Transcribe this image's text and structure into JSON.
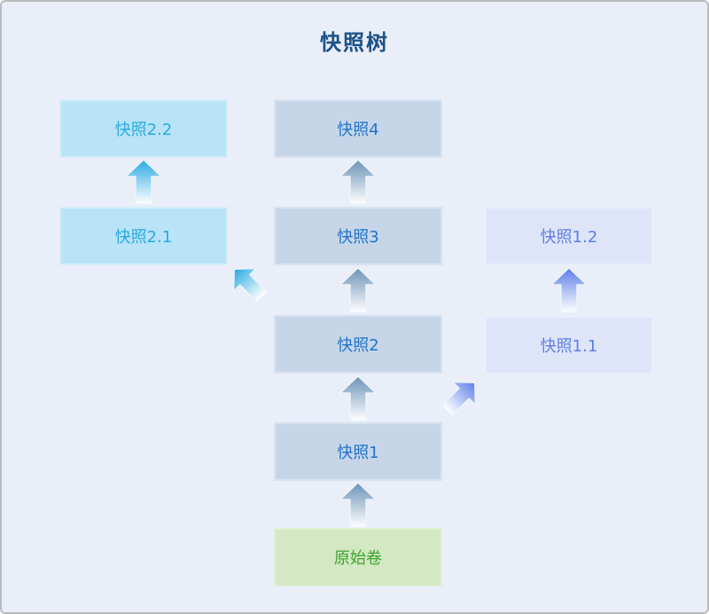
{
  "title": "快照树",
  "nodes": [
    {
      "id": "snapshot-2-2",
      "label": "快照2.2",
      "style": "cyan"
    },
    {
      "id": "snapshot-4",
      "label": "快照4",
      "style": "steel"
    },
    {
      "id": "snapshot-2-1",
      "label": "快照2.1",
      "style": "cyan"
    },
    {
      "id": "snapshot-3",
      "label": "快照3",
      "style": "steel"
    },
    {
      "id": "snapshot-1-2",
      "label": "快照1.2",
      "style": "lavender"
    },
    {
      "id": "snapshot-2",
      "label": "快照2",
      "style": "steel"
    },
    {
      "id": "snapshot-1-1",
      "label": "快照1.1",
      "style": "lavender"
    },
    {
      "id": "snapshot-1",
      "label": "快照1",
      "style": "steel"
    },
    {
      "id": "original-volume",
      "label": "原始卷",
      "style": "green"
    }
  ],
  "edges": [
    {
      "from": "original-volume",
      "to": "snapshot-1",
      "direction": "up",
      "color": "steel"
    },
    {
      "from": "snapshot-1",
      "to": "snapshot-2",
      "direction": "up",
      "color": "steel"
    },
    {
      "from": "snapshot-2",
      "to": "snapshot-3",
      "direction": "up",
      "color": "steel"
    },
    {
      "from": "snapshot-3",
      "to": "snapshot-4",
      "direction": "up",
      "color": "steel"
    },
    {
      "from": "snapshot-2-1",
      "to": "snapshot-2-2",
      "direction": "up",
      "color": "cyan"
    },
    {
      "from": "snapshot-1-1",
      "to": "snapshot-1-2",
      "direction": "up",
      "color": "periwinkle"
    },
    {
      "from": "snapshot-2",
      "to": "snapshot-2-1",
      "direction": "up-left",
      "color": "cyan"
    },
    {
      "from": "snapshot-1",
      "to": "snapshot-1-1",
      "direction": "up-right",
      "color": "periwinkle"
    }
  ],
  "colors": {
    "background": "#e9eef8",
    "outer_border": "#b9bbbd",
    "title_text": "#1b5288",
    "node_cyan_fill": "#b9e3f6",
    "node_cyan_text": "#29a9e1",
    "node_steel_fill": "#c6d6e8",
    "node_steel_text": "#2173c9",
    "node_lavender_fill": "#dfe5f9",
    "node_lavender_text": "#5c7ee9",
    "node_green_fill": "#d3e8c3",
    "node_green_text": "#3da32e",
    "arrow_steel_top": "#6b92b6",
    "arrow_cyan_top": "#29a9e1",
    "arrow_periwinkle_top": "#5c7ee9",
    "arrow_fade_bottom": "#ffffff"
  }
}
